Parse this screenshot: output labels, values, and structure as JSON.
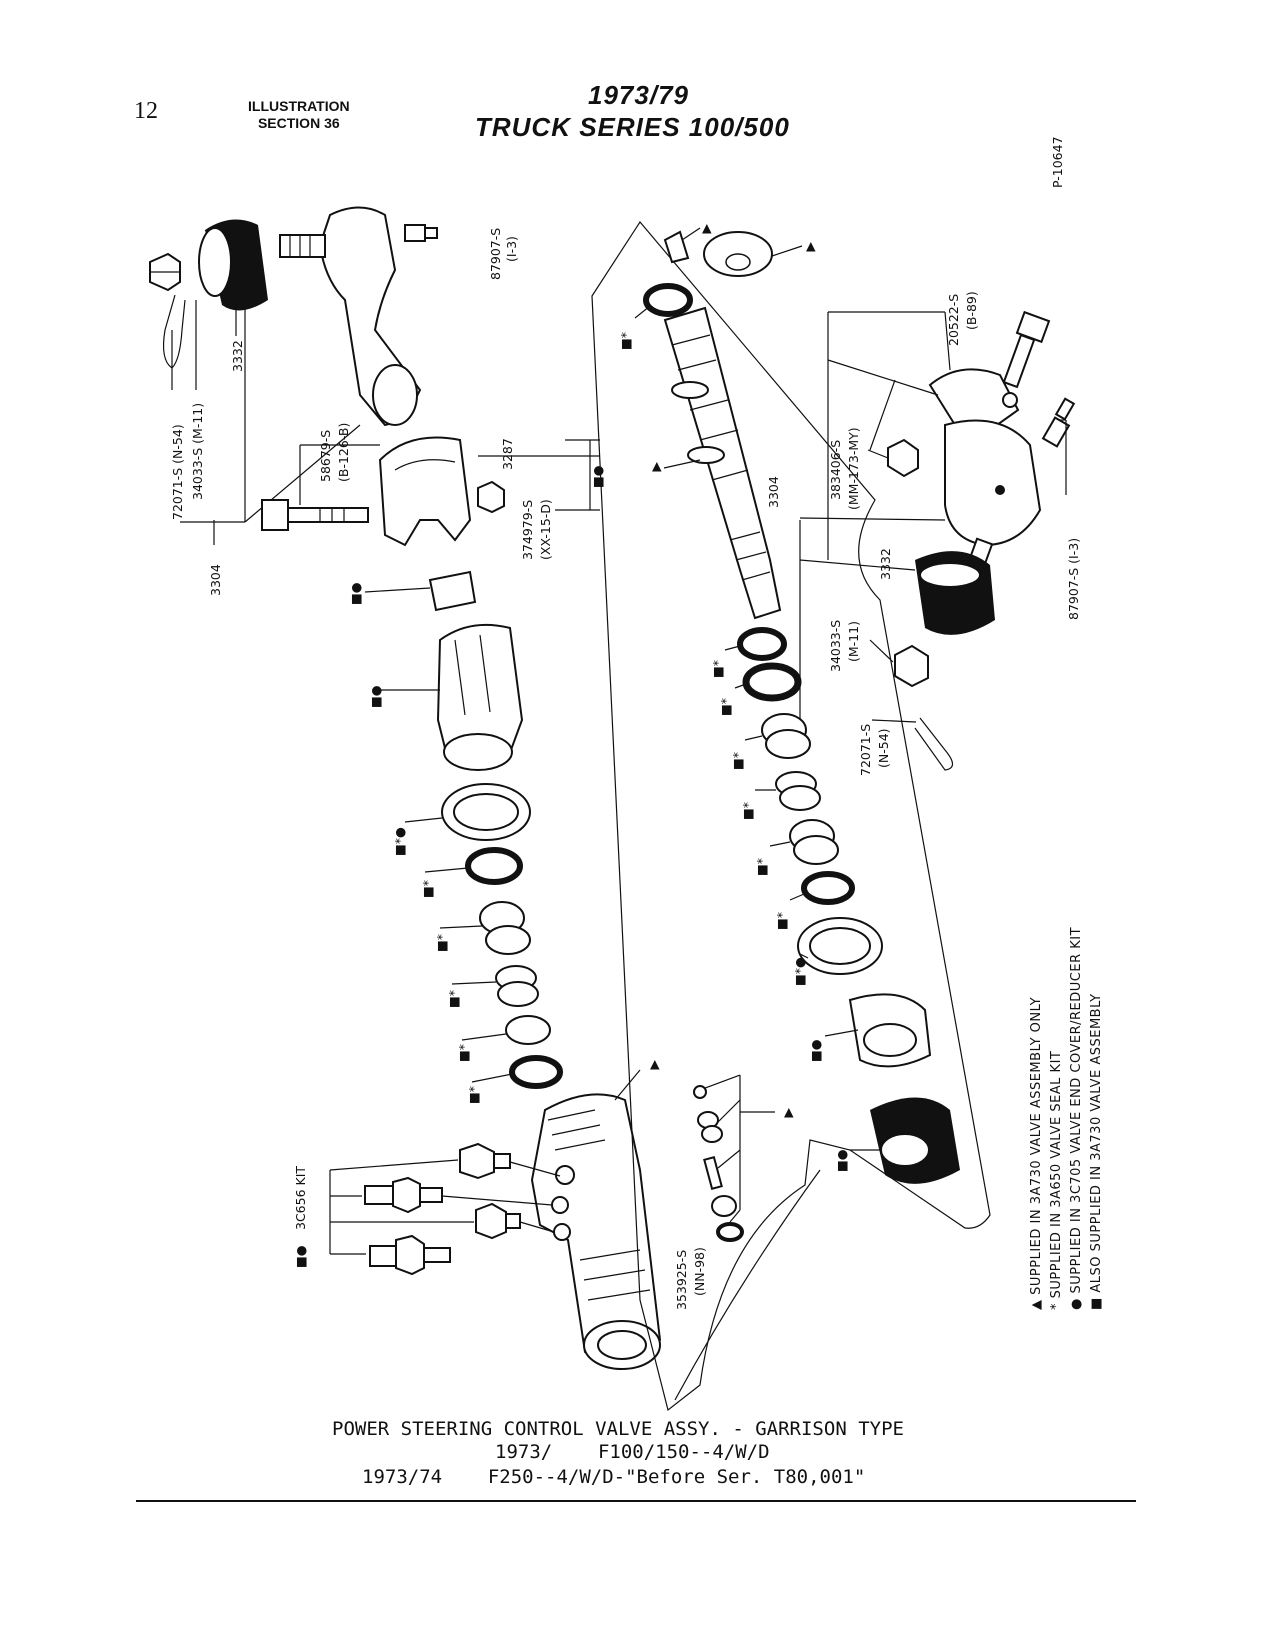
{
  "header": {
    "page_number": "12",
    "section_line1": "ILLUSTRATION",
    "section_line2": "SECTION 36",
    "title_line1": "1973/79",
    "title_line2": "TRUCK SERIES 100/500",
    "plate_number": "P-10647"
  },
  "callouts": {
    "c72071_left": "72071-S (N-54)",
    "c34033_left": "34033-S (M-11)",
    "c3332_left": "3332",
    "c87907_top": "87907-S",
    "c87907_top_sub": "(I-3)",
    "c58679": "58679-S",
    "c58679_sub": "(B-126-B)",
    "c3287": "3287",
    "c374979": "374979-S",
    "c374979_sub": "(XX-15-D)",
    "c3304_left": "3304",
    "c3304_mid": "3304",
    "c20522": "20522-S",
    "c20522_sub": "(B-89)",
    "c383406": "383406-S",
    "c383406_sub": "(MM-173-MY)",
    "c3332_right": "3332",
    "c87907_right": "87907-S (I-3)",
    "c34033_right": "34033-S",
    "c34033_right_sub": "(M-11)",
    "c72071_right": "72071-S",
    "c72071_right_sub": "(N-54)",
    "c353925": "353925-S",
    "c353925_sub": "(NN-98)",
    "c3c656": "3C656 KIT"
  },
  "symbols": {
    "sq_circle": "■●",
    "sq_star": "■*",
    "sq_star_circle": "■*●",
    "triangle": "▲"
  },
  "legend": {
    "items": [
      "▲ SUPPLIED IN 3A730 VALVE ASSEMBLY ONLY",
      "* SUPPLIED IN 3A650 VALVE SEAL KIT",
      "● SUPPLIED IN 3C705 VALVE END COVER/REDUCER KIT",
      "■ ALSO SUPPLIED IN 3A730 VALVE ASSEMBLY"
    ]
  },
  "caption": {
    "line1": "POWER STEERING CONTROL VALVE ASSY. - GARRISON TYPE",
    "line2": "1973/    F100/150--4/W/D",
    "line3": "1973/74    F250--4/W/D-\"Before Ser. T80,001\""
  }
}
